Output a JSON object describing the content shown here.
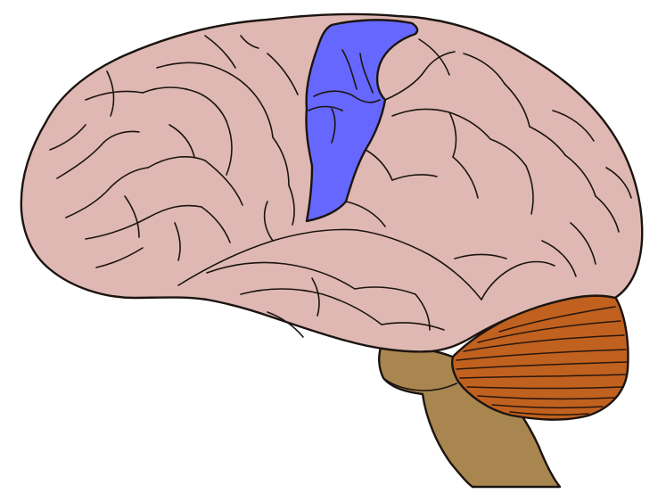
{
  "colors": {
    "background": "#ffffff",
    "cerebrum": "#dfb8b3",
    "highlighted_region": "#6667ff",
    "cerebellum": "#c0611f",
    "brainstem": "#a98650",
    "outline": "#1b1410"
  },
  "regions": [
    {
      "id": "cerebrum",
      "color_key": "cerebrum"
    },
    {
      "id": "highlighted-region",
      "color_key": "highlighted_region"
    },
    {
      "id": "cerebellum",
      "color_key": "cerebellum"
    },
    {
      "id": "brainstem",
      "color_key": "brainstem"
    }
  ]
}
